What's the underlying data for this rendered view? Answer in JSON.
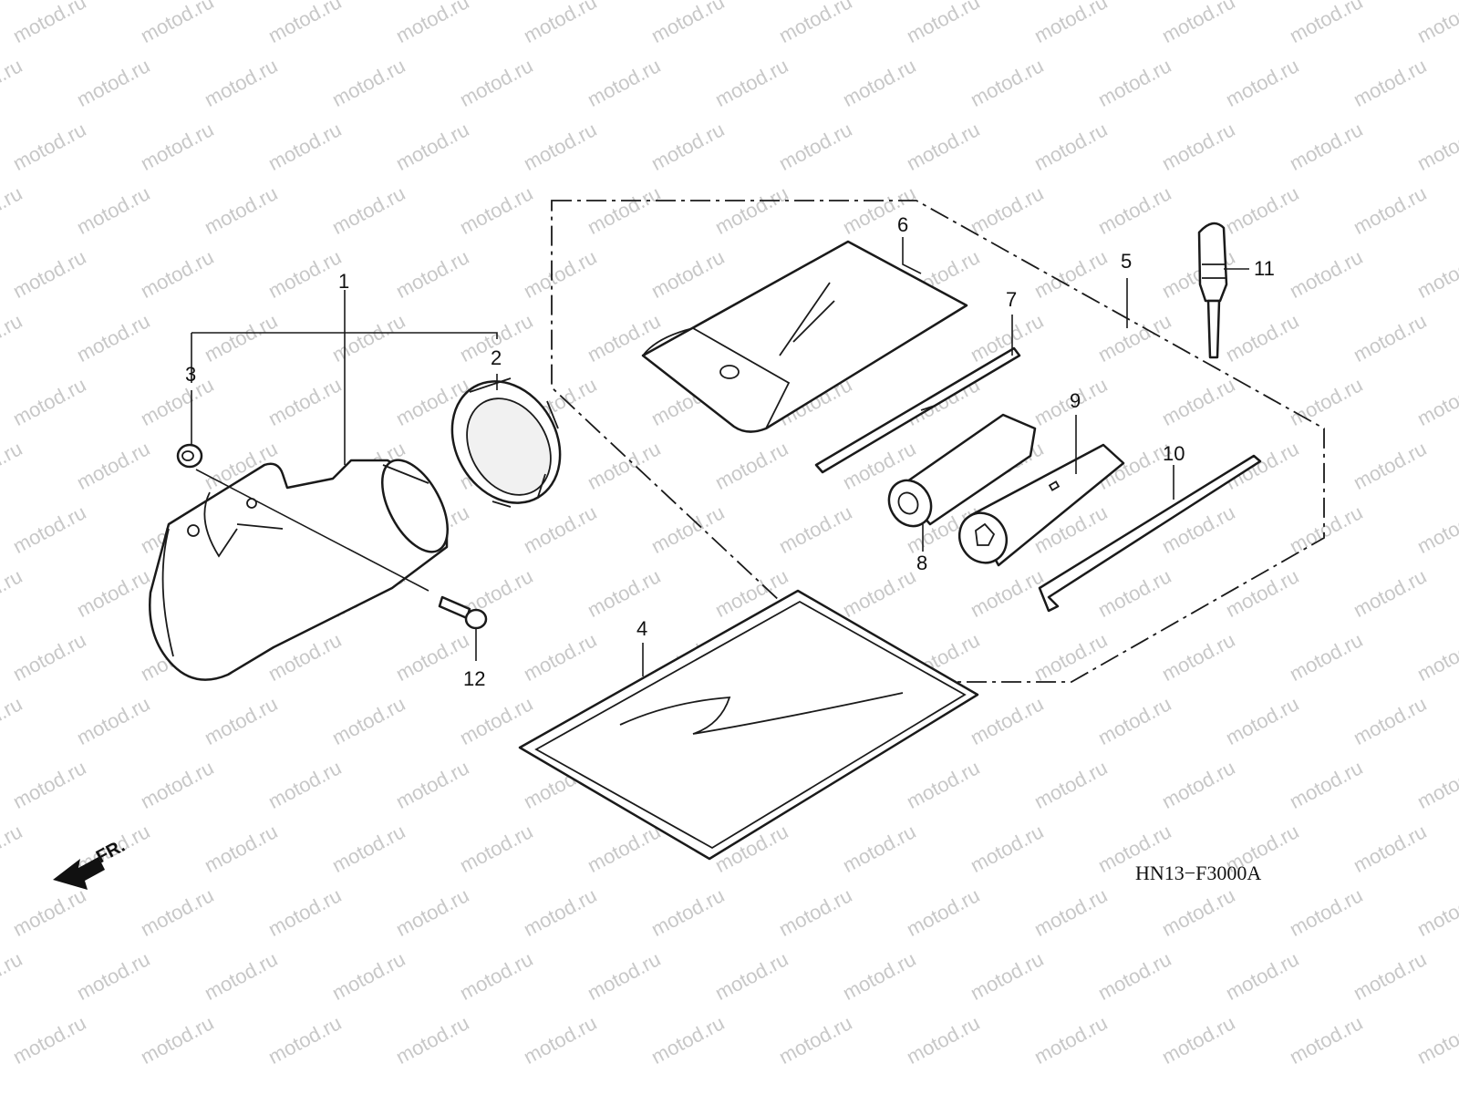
{
  "watermark": "motod.ru",
  "diagram_code": "HN13−F3000A",
  "direction_label": "FR.",
  "callouts": {
    "c1": "1",
    "c2": "2",
    "c3": "3",
    "c4": "4",
    "c5": "5",
    "c6": "6",
    "c7": "7",
    "c8": "8",
    "c9": "9",
    "c10": "10",
    "c11": "11",
    "c12": "12"
  }
}
